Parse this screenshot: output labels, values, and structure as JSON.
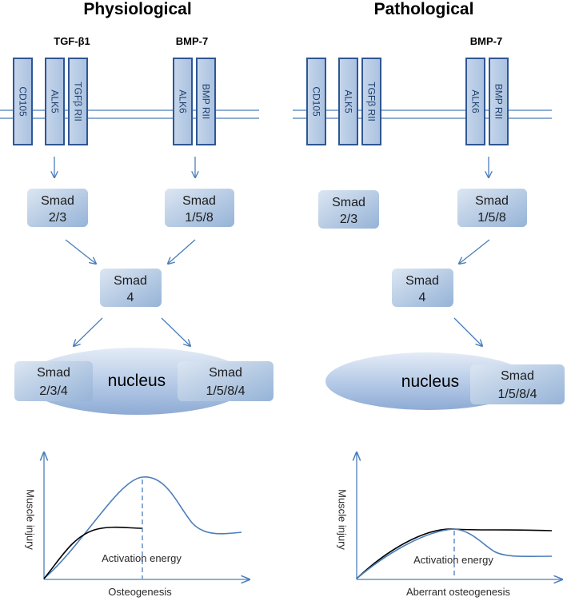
{
  "colors": {
    "receptor_fill": "#b8cce4",
    "receptor_stroke": "#2e5694",
    "membrane": "#4a7ebb",
    "arrow": "#4a7ebb",
    "smad_light": "#dce6f2",
    "smad_dark": "#95b3d7",
    "nucleus_light": "#dce6f2",
    "nucleus_dark": "#8eabd5",
    "curve_blue": "#4a7ebb",
    "curve_black": "#000000"
  },
  "physiological": {
    "title": "Physiological",
    "ligand_tgf": "TGF-β1",
    "ligand_bmp": "BMP-7",
    "receptors": {
      "cd105": "CD105",
      "alk5": "ALK5",
      "tgfb_rii": "TGFβ RII",
      "alk6": "ALK6",
      "bmp_rii": "BMP RII"
    },
    "smad23": {
      "name": "Smad",
      "sub": "2/3"
    },
    "smad158": {
      "name": "Smad",
      "sub": "1/5/8"
    },
    "smad4": {
      "name": "Smad",
      "sub": "4"
    },
    "nucleus": "nucleus",
    "smad234": {
      "name": "Smad",
      "sub": "2/3/4"
    },
    "smad1584": {
      "name": "Smad",
      "sub": "1/5/8/4"
    },
    "graph": {
      "ylabel": "Muscle injury",
      "xlabel": "Osteogenesis",
      "note": "Activation energy"
    }
  },
  "pathological": {
    "title": "Pathological",
    "ligand_bmp": "BMP-7",
    "receptors": {
      "cd105": "CD105",
      "alk5": "ALK5",
      "tgfb_rii": "TGFβ RII",
      "alk6": "ALK6",
      "bmp_rii": "BMP RII"
    },
    "smad23": {
      "name": "Smad",
      "sub": "2/3"
    },
    "smad158": {
      "name": "Smad",
      "sub": "1/5/8"
    },
    "smad4": {
      "name": "Smad",
      "sub": "4"
    },
    "nucleus": "nucleus",
    "smad1584": {
      "name": "Smad",
      "sub": "1/5/8/4"
    },
    "graph": {
      "ylabel": "Muscle injury",
      "xlabel": "Aberrant osteogenesis",
      "note": "Activation energy"
    }
  }
}
